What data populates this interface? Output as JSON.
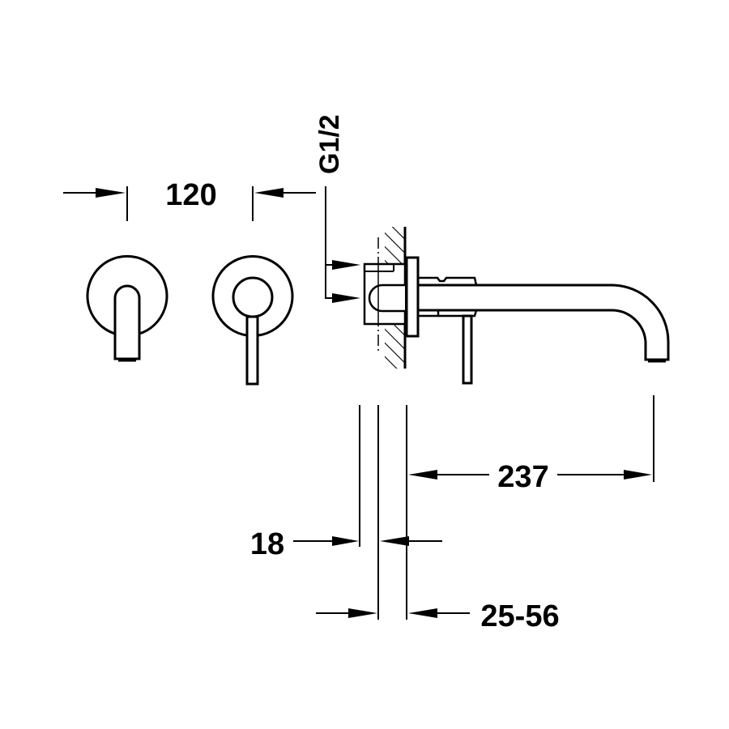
{
  "drawing": {
    "title": "Wall-mounted basin mixer technical drawing",
    "stroke_color": "#000000",
    "background": "#ffffff"
  },
  "dimensions": {
    "handle_spacing": "120",
    "connection_thread": "G1/2",
    "spout_projection": "237",
    "flange_thickness": "18",
    "wall_depth_range": "25-56"
  },
  "views": {
    "front_spout": "front-view-spout-escutcheon",
    "front_lever": "front-view-lever-escutcheon",
    "side_section": "side-section-wall-mounted"
  }
}
